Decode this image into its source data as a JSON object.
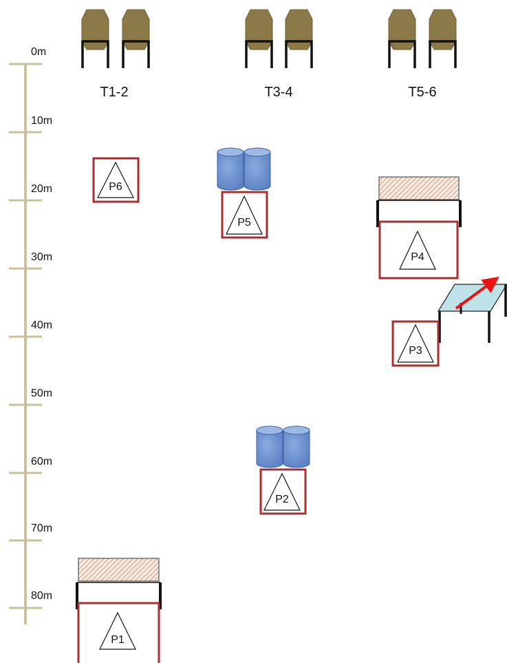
{
  "scale": {
    "ticks": [
      "0m",
      "10m",
      "20m",
      "30m",
      "40m",
      "50m",
      "60m",
      "70m",
      "80m"
    ]
  },
  "targets": {
    "groups": [
      {
        "label": "T1-2"
      },
      {
        "label": "T3-4"
      },
      {
        "label": "T5-6"
      }
    ]
  },
  "positions": [
    {
      "label": "P1",
      "obstacle": "low-wall"
    },
    {
      "label": "P2",
      "obstacle": "barrels"
    },
    {
      "label": "P3",
      "obstacle": "table"
    },
    {
      "label": "P4",
      "obstacle": "low-wall"
    },
    {
      "label": "P5",
      "obstacle": "barrels"
    },
    {
      "label": "P6",
      "obstacle": "none"
    }
  ],
  "colors": {
    "scale": "#c8c19a",
    "target_body": "#8b7a48",
    "target_legs": "#111111",
    "box_border": "#a92e2e",
    "barrel_fill": "#6b8fcf",
    "barrel_stroke": "#3d62a4",
    "wall_hatch": "#c98b72",
    "table_top": "#bfe1e8",
    "arrow": "#ee1111"
  }
}
